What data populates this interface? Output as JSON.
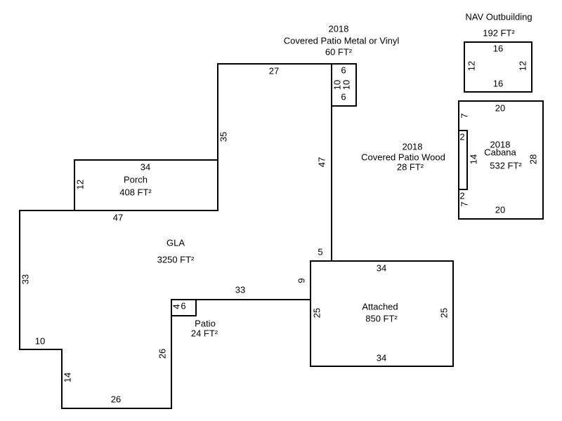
{
  "gla": {
    "name": "GLA",
    "area": "3250 FT²",
    "dims": [
      "27",
      "35",
      "47",
      "5",
      "9",
      "33",
      "26",
      "26",
      "14",
      "10",
      "33",
      "47"
    ]
  },
  "porch": {
    "name": "Porch",
    "area": "408 FT²",
    "dims": [
      "34",
      "12"
    ]
  },
  "patio": {
    "name": "Patio",
    "area": "24 FT²",
    "dims": [
      "4",
      "6"
    ]
  },
  "attached": {
    "name": "Attached",
    "area": "850 FT²",
    "dims": [
      "34",
      "25",
      "25",
      "34"
    ]
  },
  "covered_patio_metal": {
    "year": "2018",
    "name": "Covered Patio Metal or Vinyl",
    "area": "60 FT²",
    "dims": [
      "6",
      "10",
      "10",
      "6"
    ]
  },
  "covered_patio_wood": {
    "year": "2018",
    "name": "Covered Patio Wood",
    "area": "28 FT²",
    "dims": [
      "2",
      "14",
      "2"
    ]
  },
  "cabana": {
    "year": "2018",
    "name": "Cabana",
    "area": "532 FT²",
    "dims": [
      "20",
      "7",
      "28",
      "7",
      "20"
    ]
  },
  "nav_outbuilding": {
    "name": "NAV Outbuilding",
    "area": "192 FT²",
    "dims": [
      "16",
      "12",
      "12",
      "16"
    ]
  }
}
